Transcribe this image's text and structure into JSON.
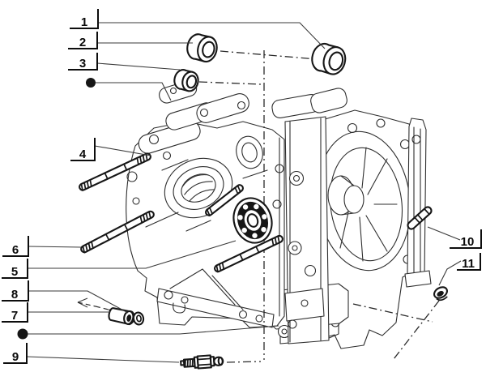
{
  "colors": {
    "line": "#2e2e2e",
    "accent": "#0d0d0d",
    "background": "#ffffff"
  },
  "callouts": {
    "c1": {
      "label": "1"
    },
    "c2": {
      "label": "2"
    },
    "c3": {
      "label": "3"
    },
    "c4": {
      "label": "4"
    },
    "c5": {
      "label": "5"
    },
    "c6": {
      "label": "6"
    },
    "c7": {
      "label": "7"
    },
    "c8": {
      "label": "8"
    },
    "c9": {
      "label": "9"
    },
    "c10": {
      "label": "10"
    },
    "c11": {
      "label": "11"
    }
  },
  "parts": {
    "p1": "bushing-large-icon",
    "p2": "bushing-medium-icon",
    "p3": "bushing-small-icon",
    "p4": "stud-upper-icon",
    "p5": "ball-bearing-icon",
    "p6": "stud-lower-icon",
    "p7": "roller-pin-icon",
    "p8": "washer-ring-icon",
    "p9": "sensor-switch-icon",
    "p10": "stud-short-icon",
    "p11": "cup-plug-icon"
  }
}
